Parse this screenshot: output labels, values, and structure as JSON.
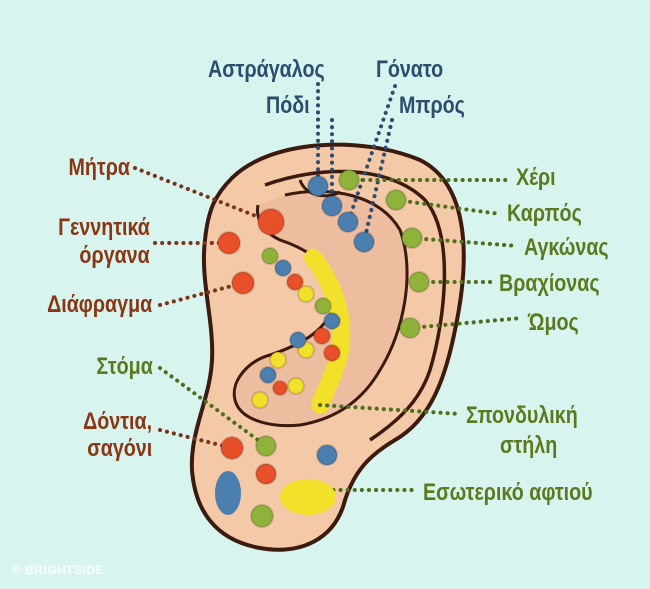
{
  "colors": {
    "background": "#d8f4ee",
    "blue": "#4a7fb0",
    "red": "#e8502a",
    "green": "#8fb23a",
    "yellow": "#f2e12a",
    "skin": "#f4c9a8"
  },
  "labels": {
    "ankle": "Αστράγαλος",
    "foot": "Πόδι",
    "knee": "Γόνατο",
    "front": "Μπρός",
    "uterus": "Μήτρα",
    "genitals_1": "Γεννητικά",
    "genitals_2": "όργανα",
    "diaphragm": "Διάφραγμα",
    "mouth": "Στόμα",
    "teeth_1": "Δόντια,",
    "teeth_2": "σαγόνι",
    "hand": "Χέρι",
    "wrist": "Καρπός",
    "elbow": "Αγκώνας",
    "arm": "Βραχίονας",
    "shoulder": "Ώμος",
    "spine_1": "Σπονδυλική",
    "spine_2": "στήλη",
    "inner_ear": "Εσωτερικό αφτιού"
  },
  "watermark": "© BRIGHTSIDE"
}
